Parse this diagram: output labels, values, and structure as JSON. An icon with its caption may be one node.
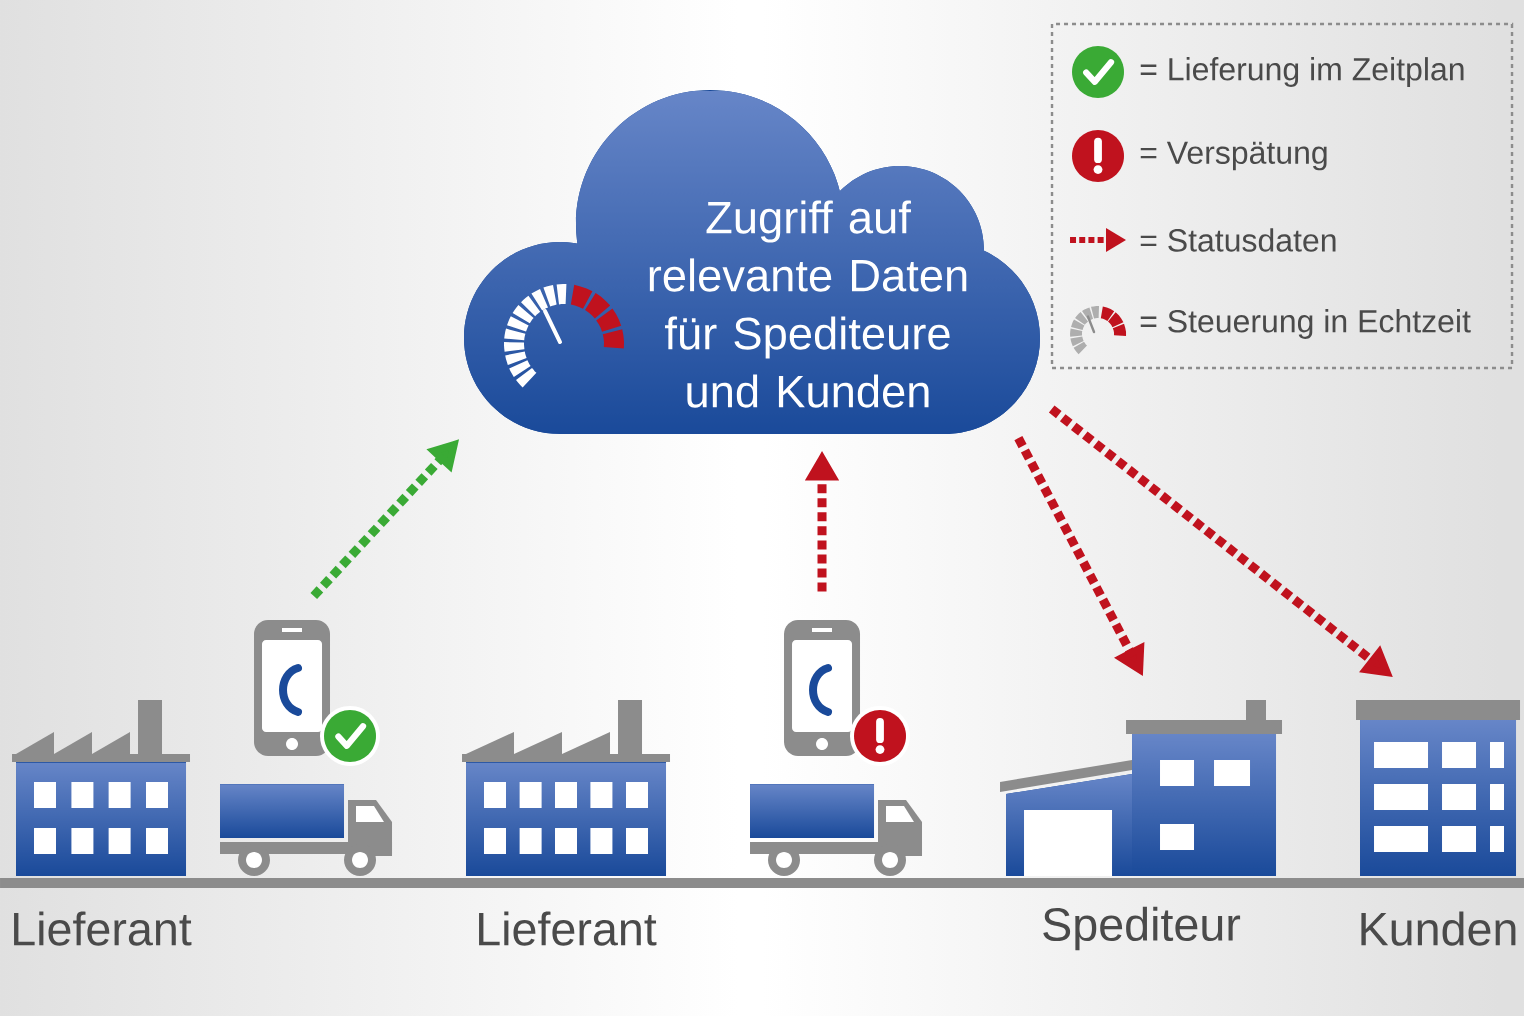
{
  "diagram": {
    "nodes": [
      {
        "text": [
          "Zugriff auf relevante Daten für Spediteure und Kunden"
        ]
      },
      {
        "text": [],
        "shape": "picture",
        "beside": [
          "Lieferant"
        ]
      },
      {
        "text": [],
        "shape": "picture"
      },
      {
        "text": [],
        "shape": "picture",
        "beside": [
          "Lieferant"
        ]
      },
      {
        "text": [],
        "shape": "picture"
      },
      {
        "text": [],
        "shape": "picture",
        "beside": [
          "Spediteur"
        ]
      },
      {
        "text": [],
        "shape": "picture",
        "beside": [
          "Kunden"
        ]
      }
    ],
    "edges": [
      {
        "from": 2,
        "to": 0,
        "arrow": "to",
        "style": "dashed",
        "color": "#3aaa35"
      },
      {
        "from": 4,
        "to": 0,
        "arrow": "to",
        "style": "dashed"
      },
      {
        "from": 0,
        "to": 5,
        "arrow": "to",
        "style": "dashed"
      },
      {
        "from": 0,
        "to": 6,
        "arrow": "to",
        "style": "dashed"
      }
    ],
    "legend": [
      {
        "text": "= Lieferung im Zeitplan"
      },
      {
        "text": "= Verspätung"
      },
      {
        "text": "= Statusdaten"
      },
      {
        "text": "= Steuerung in Echtzeit"
      }
    ]
  }
}
